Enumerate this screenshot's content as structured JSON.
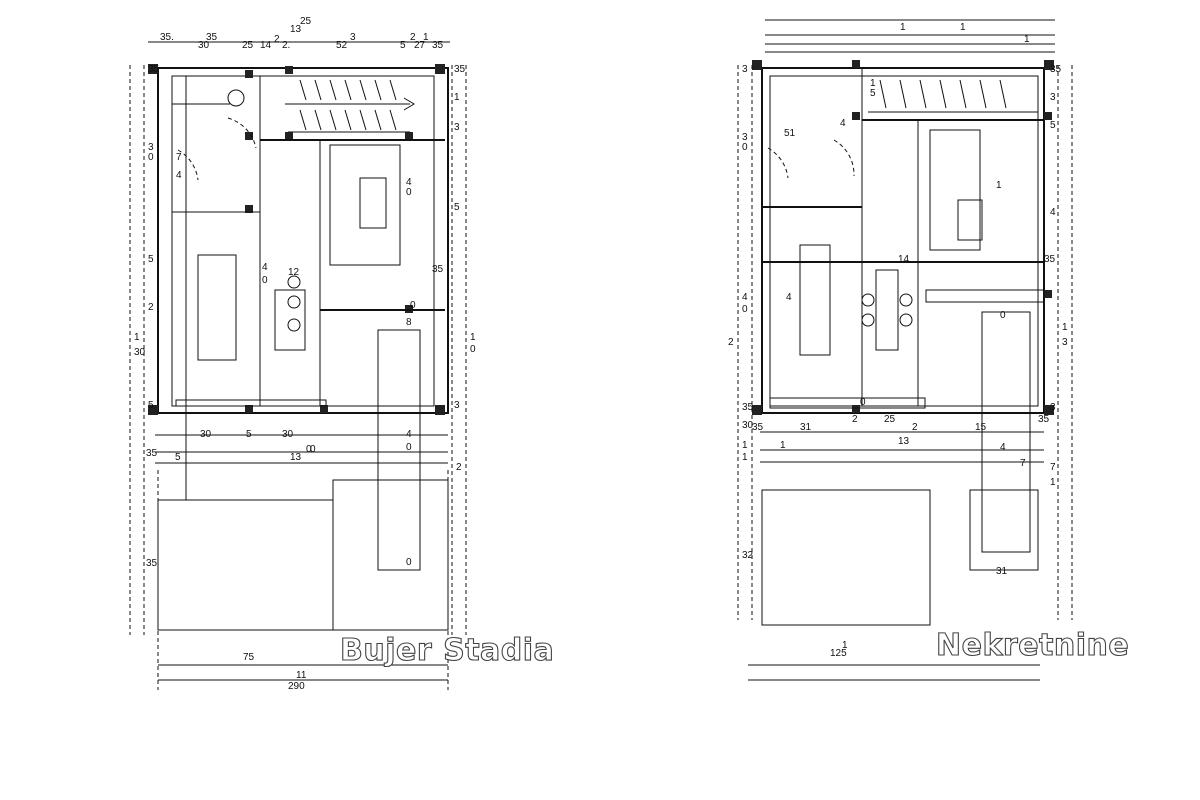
{
  "plan_left": {
    "top_dims": [
      "35.",
      "35",
      "30",
      "25",
      "14",
      "2",
      "2.",
      "13",
      "25",
      "52",
      "3",
      "5",
      "2",
      "1",
      "27",
      "35"
    ],
    "left_dims": [
      "35",
      "3",
      "0",
      "7",
      "4",
      "5",
      "2",
      "1",
      "30",
      "5",
      "35",
      "35"
    ],
    "right_dims": [
      "35",
      "1",
      "3",
      "5",
      "4",
      "0",
      "8",
      "35",
      "1",
      "0",
      "2",
      "3"
    ],
    "interior_dims": [
      "4",
      "0",
      "4",
      "0",
      "0",
      "12",
      "0",
      "0",
      "5"
    ],
    "bottom_dims": [
      "75",
      "11",
      "290",
      "13",
      "0",
      "5",
      "30",
      "30"
    ],
    "watermark": "Bujer Stadia"
  },
  "plan_right": {
    "top_dims": [
      "1",
      "1",
      "1"
    ],
    "left_dims": [
      "3",
      "3",
      "0",
      "2",
      "4",
      "0",
      "35",
      "30",
      "1",
      "1",
      "32",
      "4"
    ],
    "right_dims": [
      "35",
      "3",
      "5",
      "4",
      "35",
      "1",
      "3",
      "3",
      "7",
      "1"
    ],
    "interior_dims": [
      "51",
      "4",
      "5",
      "4",
      "1",
      "0",
      "0",
      "1",
      "14",
      "7",
      "31"
    ],
    "bottom_dims": [
      "35",
      "31",
      "2",
      "25",
      "2",
      "15",
      "35",
      "13",
      "125",
      "1",
      "1"
    ],
    "watermark": "Nekretnine"
  }
}
